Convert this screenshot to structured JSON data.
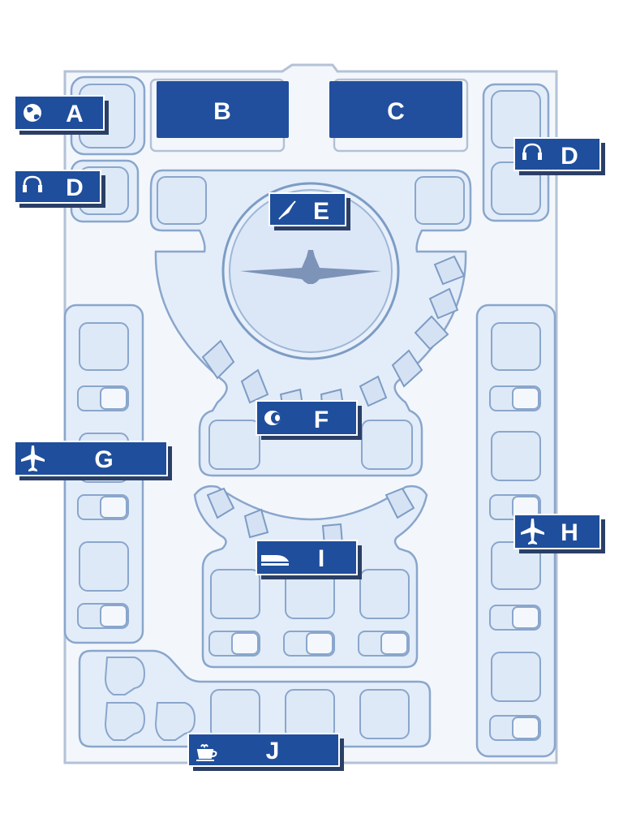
{
  "labels": {
    "A": "A",
    "B": "B",
    "C": "C",
    "D_left": "D",
    "D_right": "D",
    "E": "E",
    "F": "F",
    "G": "G",
    "H": "H",
    "I": "I",
    "J": "J"
  },
  "icons": {
    "A": "globe-icon",
    "D_left": "headset-icon",
    "D_right": "headset-icon",
    "E": "compass-needle-icon",
    "F": "jet-engine-icon",
    "G": "airplane-icon",
    "H": "airplane-icon",
    "I": "train-icon",
    "J": "coffee-cup-icon"
  },
  "colors": {
    "label_fill": "#1f4e9c",
    "compartment_fill": "#d9e6f6",
    "compartment_stroke": "#7d9cc4",
    "frame_stroke": "#b3c2d6"
  }
}
